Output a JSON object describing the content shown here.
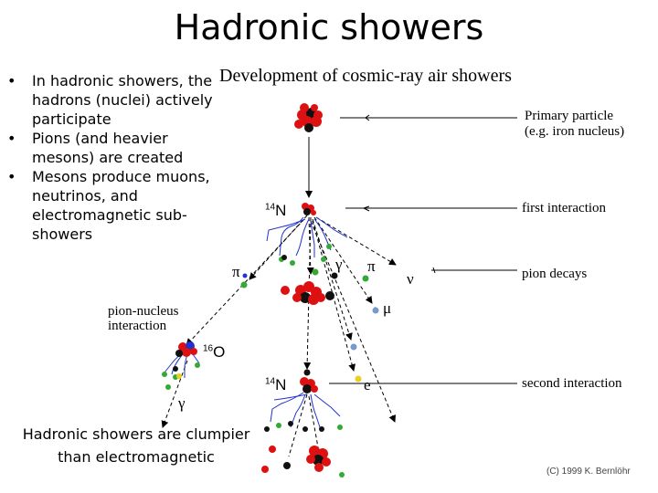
{
  "slide": {
    "title": "Hadronic showers",
    "bullets": [
      "In hadronic showers, the hadrons (nuclei) actively participate",
      "Pions (and heavier mesons) are created",
      "Mesons produce muons, neutrinos, and electromagnetic sub-showers"
    ],
    "caption": "Hadronic showers are clumpier than electromagnetic"
  },
  "diagram": {
    "title": "Development of cosmic-ray air showers",
    "labels": {
      "primary_line1": "Primary particle",
      "primary_line2": "(e.g. iron nucleus)",
      "first_interaction": "first interaction",
      "pion_decays": "pion decays",
      "second_interaction": "second interaction",
      "pion_nucleus_line1": "pion-nucleus",
      "pion_nucleus_line2": "interaction"
    },
    "nuclei": [
      {
        "mass": "14",
        "symbol": "N"
      },
      {
        "mass": "16",
        "symbol": "O"
      },
      {
        "mass": "14",
        "symbol": "N"
      }
    ],
    "particle_symbols": {
      "pion": "π",
      "gamma": "γ",
      "muon": "μ",
      "neutrino": "ν",
      "electron": "e"
    },
    "copyright": "(C) 1999 K. Bernlöhr",
    "colors": {
      "nucleus_red": "#dd1111",
      "nucleus_dark": "#111111",
      "pion_green": "#33aa33",
      "muon_blue": "#7799cc",
      "electron_yellow": "#e8d020",
      "track_blue": "#2233cc"
    }
  }
}
